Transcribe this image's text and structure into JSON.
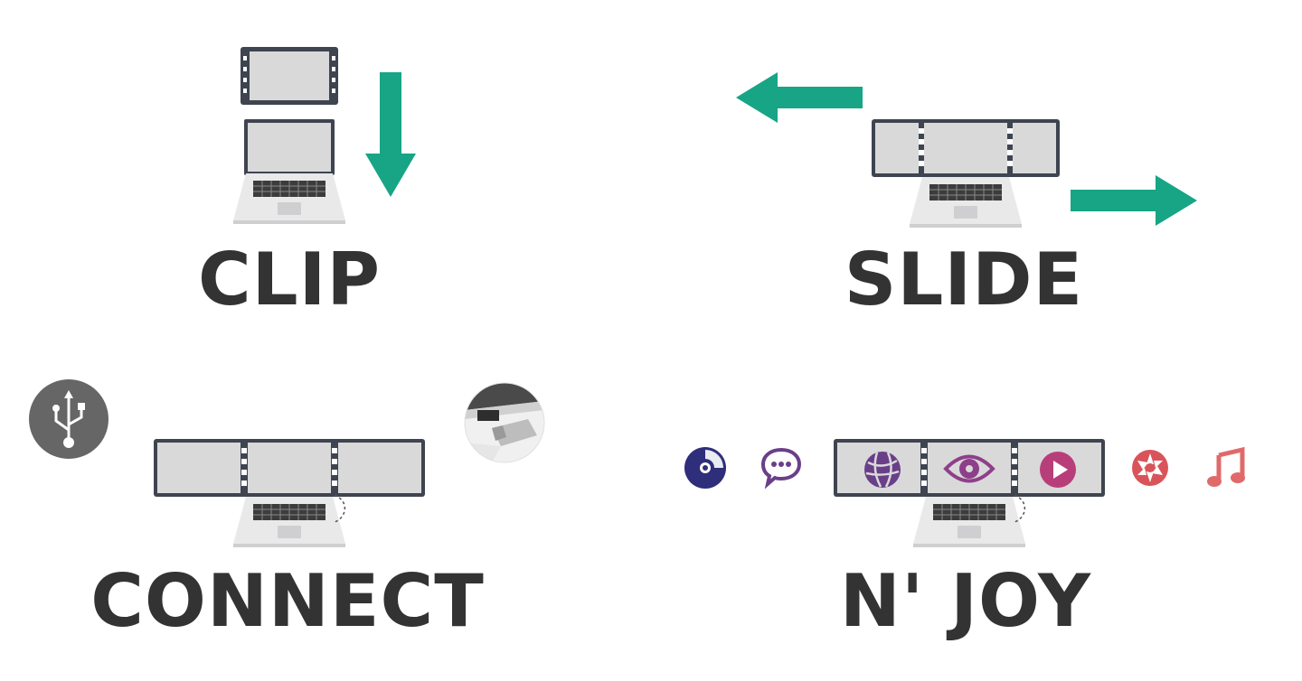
{
  "steps": [
    {
      "id": "clip",
      "label": "CLIP"
    },
    {
      "id": "slide",
      "label": "SLIDE"
    },
    {
      "id": "connect",
      "label": "CONNECT"
    },
    {
      "id": "enjoy",
      "label": "N' JOY"
    }
  ],
  "icons": {
    "connect": [
      "usb-icon",
      "usb-port-icon"
    ],
    "enjoy": [
      "disc-icon",
      "chat-icon",
      "globe-icon",
      "eye-icon",
      "play-icon",
      "camera-aperture-icon",
      "music-note-icon"
    ]
  },
  "colors": {
    "arrow": "#17a585",
    "label": "#333333",
    "screen": "#d9d9d9",
    "frame": "#3e4450",
    "disc": "#2e2e7a",
    "chat": "#6a3f8a",
    "globe": "#6a3f8a",
    "eye": "#8e3f8a",
    "play": "#b83e7a",
    "aperture": "#d9545a",
    "music": "#e06a6a",
    "usb_circle": "#666666"
  }
}
